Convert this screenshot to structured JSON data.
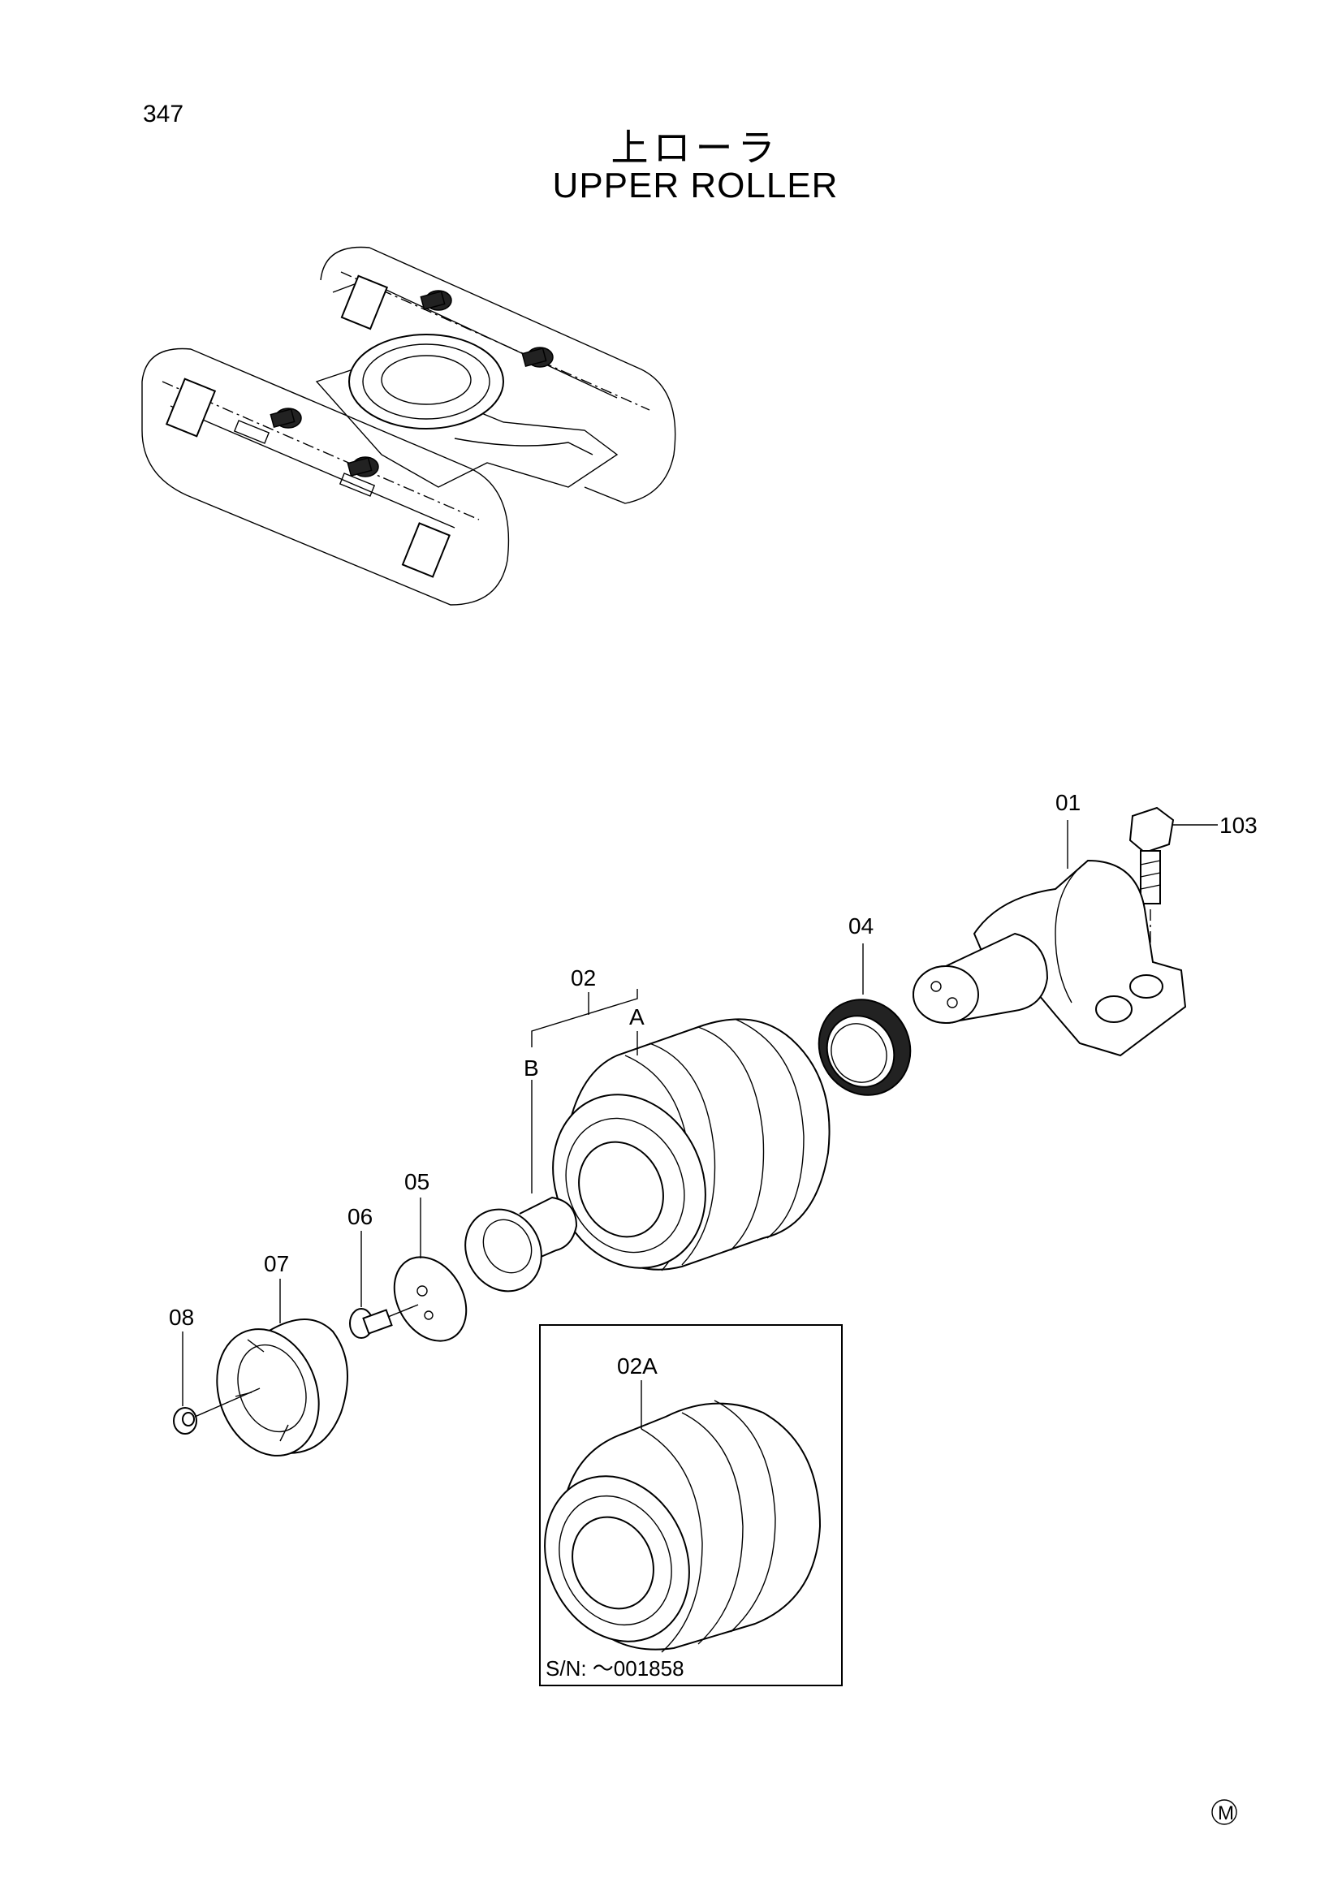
{
  "header": {
    "page_number": "347",
    "title_japanese": "上ローラ",
    "title_english": "UPPER ROLLER"
  },
  "callouts": {
    "part_01": "01",
    "part_02": "02",
    "part_02_A": "A",
    "part_02_B": "B",
    "part_04": "04",
    "part_05": "05",
    "part_06": "06",
    "part_07": "07",
    "part_08": "08",
    "part_103": "103"
  },
  "inset": {
    "part_label": "02A",
    "serial_note": "S/N: ～001858"
  },
  "footer": {
    "mark": "M"
  }
}
